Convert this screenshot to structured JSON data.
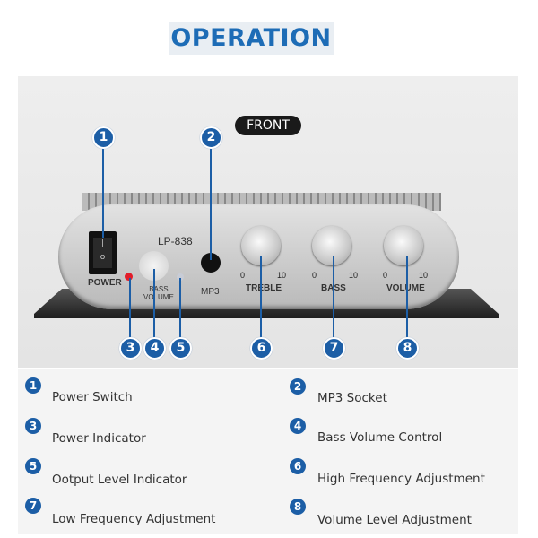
{
  "title": "OPERATION",
  "front_label": "FRONT",
  "device": {
    "model": "LP-838",
    "power": "POWER",
    "bass_volume": [
      "BASS",
      "VOLUME"
    ],
    "mp3": "MP3",
    "knobs": [
      {
        "label": "TREBLE",
        "min": "0",
        "max": "10"
      },
      {
        "label": "BASS",
        "min": "0",
        "max": "10"
      },
      {
        "label": "VOLUME",
        "min": "0",
        "max": "10"
      }
    ]
  },
  "callouts": [
    "1",
    "2",
    "3",
    "4",
    "5",
    "6",
    "7",
    "8"
  ],
  "legend": [
    {
      "num": "1",
      "text": "Power Switch"
    },
    {
      "num": "2",
      "text": "MP3 Socket"
    },
    {
      "num": "3",
      "text": "Power Indicator"
    },
    {
      "num": "4",
      "text": "Bass Volume Control"
    },
    {
      "num": "5",
      "text": "Ootput Level Indicator"
    },
    {
      "num": "6",
      "text": "High Frequency Adjustment"
    },
    {
      "num": "7",
      "text": "Low Frequency Adjustment"
    },
    {
      "num": "8",
      "text": "Volume Level Adjustment"
    }
  ],
  "colors": {
    "accent": "#1c5ea6",
    "title": "#1d6cb6"
  }
}
